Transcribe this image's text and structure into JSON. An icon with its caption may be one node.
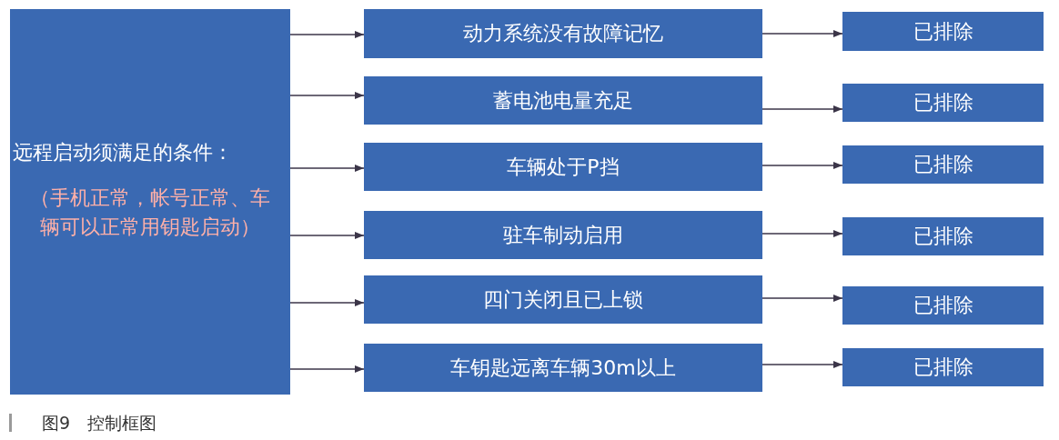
{
  "diagram": {
    "caption": "图9　控制框图",
    "nodes": [
      {
        "text": [
          "远程启动须满足的条件：",
          "（手机正常，帐号正常、车辆可以正常用钥匙启动）"
        ]
      },
      {
        "text": [
          "动力系统没有故障记忆"
        ]
      },
      {
        "text": [
          "蓄电池电量充足"
        ]
      },
      {
        "text": [
          "车辆处于P挡"
        ]
      },
      {
        "text": [
          "驻车制动启用"
        ]
      },
      {
        "text": [
          "四门关闭且已上锁"
        ]
      },
      {
        "text": [
          "车钥匙远离车辆30m以上"
        ]
      },
      {
        "text": [
          "已排除"
        ]
      },
      {
        "text": [
          "已排除"
        ]
      },
      {
        "text": [
          "已排除"
        ]
      },
      {
        "text": [
          "已排除"
        ]
      },
      {
        "text": [
          "已排除"
        ]
      },
      {
        "text": [
          "已排除"
        ]
      }
    ],
    "edges": [
      {
        "from": 0,
        "to": 1,
        "arrow": "to"
      },
      {
        "from": 0,
        "to": 2,
        "arrow": "to"
      },
      {
        "from": 0,
        "to": 3,
        "arrow": "to"
      },
      {
        "from": 0,
        "to": 4,
        "arrow": "to"
      },
      {
        "from": 0,
        "to": 5,
        "arrow": "to"
      },
      {
        "from": 0,
        "to": 6,
        "arrow": "to"
      },
      {
        "from": 1,
        "to": 7,
        "arrow": "to"
      },
      {
        "from": 2,
        "to": 8,
        "arrow": "to"
      },
      {
        "from": 3,
        "to": 9,
        "arrow": "to"
      },
      {
        "from": 4,
        "to": 10,
        "arrow": "to"
      },
      {
        "from": 5,
        "to": 11,
        "arrow": "to"
      },
      {
        "from": 6,
        "to": 12,
        "arrow": "to"
      }
    ]
  }
}
